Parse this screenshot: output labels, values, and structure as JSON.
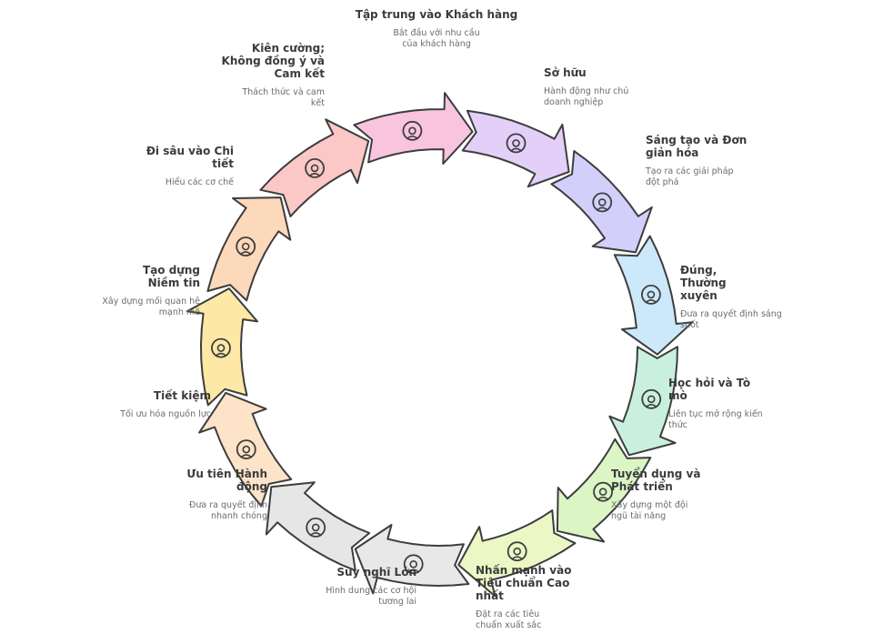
{
  "segments": [
    {
      "title": "Tập trung vào Khách hàng",
      "desc": "Bắt đầu với nhu cầu của khách hàng",
      "color": "#fde8a6",
      "icon": "customer-cycle-icon"
    },
    {
      "title": "Sở hữu",
      "desc": "Hành động như chủ doanh nghiệp",
      "color": "#fdd9bb",
      "icon": "ownership-hand-icon"
    },
    {
      "title": "Sáng tạo và Đơn giản hóa",
      "desc": "Tạo ra các giải pháp đột phá",
      "color": "#fcc7c7",
      "icon": "lightbulb-icon"
    },
    {
      "title": "Đúng, Thường xuyên",
      "desc": "Đưa ra quyết định sáng suốt",
      "color": "#f9c4de",
      "icon": "decision-flow-icon"
    },
    {
      "title": "Học hỏi và Tò mò",
      "desc": "Liên tục mở rộng kiến thức",
      "color": "#e3cff7",
      "icon": "learning-icon"
    },
    {
      "title": "Tuyển dụng và Phát triển",
      "desc": "Xây dựng một đội ngũ tài năng",
      "color": "#d2d0fa",
      "icon": "recruit-icon"
    },
    {
      "title": "Nhấn mạnh vào Tiêu chuẩn Cao nhất",
      "desc": "Đặt ra các tiêu chuẩn xuất sắc",
      "color": "#cce8fb",
      "icon": "badge-check-icon"
    },
    {
      "title": "Suy nghĩ Lớn",
      "desc": "Hình dung các cơ hội tương lai",
      "color": "#c9f0de",
      "icon": "think-big-icon"
    },
    {
      "title": "Ưu tiên Hành động",
      "desc": "Đưa ra quyết định nhanh chóng",
      "color": "#dcf5c5",
      "icon": "action-tree-icon"
    },
    {
      "title": "Tiết kiệm",
      "desc": "Tối ưu hóa nguồn lực",
      "color": "#ecf7c6",
      "icon": "savings-icon"
    },
    {
      "title": "Tạo dựng Niềm tin",
      "desc": "Xây dựng mối quan hệ mạnh mẽ",
      "color": "#e8e8e8",
      "icon": "trust-people-icon"
    },
    {
      "title": "Đi sâu vào Chi tiết",
      "desc": "Hiểu các cơ chế",
      "color": "#e6e6e6",
      "icon": "table-search-icon"
    },
    {
      "title": "Kiên cường; Không đồng ý và Cam kết",
      "desc": "Thách thức và cam kết",
      "color": "#fde3c8",
      "icon": "target-icon"
    }
  ]
}
